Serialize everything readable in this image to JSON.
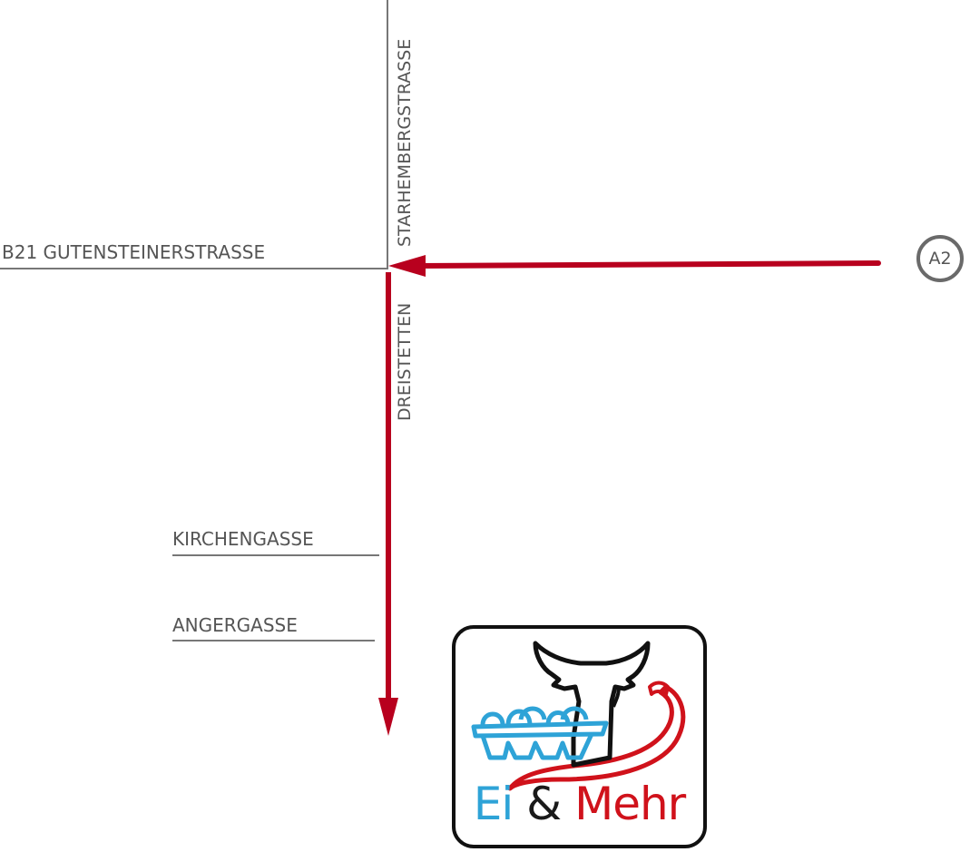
{
  "map": {
    "colors": {
      "route": "#b8001e",
      "road": "#777777",
      "label": "#555555",
      "highway_badge_border": "#6a6a6a"
    },
    "roads": {
      "b21": "B21 GUTENSTEINERSTRASSE",
      "starhemberg": "STARHEMBERGSTRASSE",
      "dreistetten": "DREISTETTEN",
      "kirchengasse": "KIRCHENGASSE",
      "angergasse": "ANGERGASSE"
    },
    "highway_badge": "A2"
  },
  "logo": {
    "word_ei": "Ei",
    "word_amp": "&",
    "word_mehr": "Mehr",
    "colors": {
      "ei": "#2ea3d7",
      "mehr": "#d0121b",
      "amp": "#1a1a1a",
      "frame": "#111111"
    },
    "icons": [
      "egg-carton-icon",
      "cow-head-icon",
      "chili-pepper-icon"
    ]
  }
}
